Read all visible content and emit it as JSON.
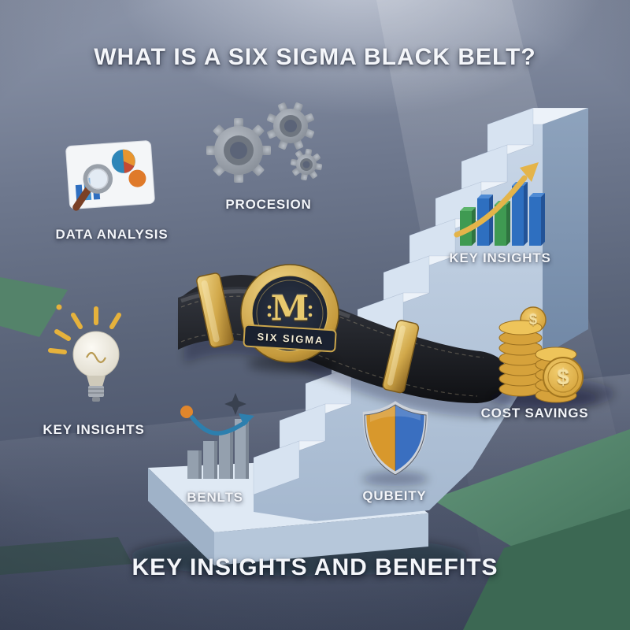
{
  "title": "WHAT IS A SIX SIGMA BLACK BELT?",
  "footer": "KEY INSIGHTS AND BENEFITS",
  "labels": {
    "data_analysis": "DATA ANALYSIS",
    "process": "PROCESION",
    "key_insights_right": "KEY INSIGHTS",
    "key_insights_left": "KEY INSIGHTS",
    "benefits": "BENLTS",
    "quality": "QUBEITY",
    "cost_savings": "COST SAVINGS"
  },
  "belt": {
    "monogram": "M",
    "plaque_text": "SIX SIGMA"
  },
  "coins": {
    "symbol": "$"
  },
  "icons": {
    "data_analysis": "chart-card-with-magnifier",
    "process": "gears",
    "key_insights_right": "growth-bar-chart-with-arrow",
    "key_insights_left": "lightbulb",
    "benefits": "mini-bar-chart-with-arrow",
    "quality": "two-tone-shield",
    "cost_savings": "gold-coin-stacks",
    "center": "staircase-with-six-sigma-black-belt"
  },
  "colors": {
    "background": "#5a6479",
    "stair_blue": "#c9d7e8",
    "belt_black": "#17181c",
    "gold": "#d1a84a",
    "green_ribbon": "#5e8e70",
    "shield_gold": "#d8982c",
    "shield_blue": "#3a6fc0",
    "bar_green": "#3f9a52",
    "bar_blue": "#2e6fc0",
    "coin_gold": "#d6a23b",
    "text": "#f3f5f9"
  }
}
